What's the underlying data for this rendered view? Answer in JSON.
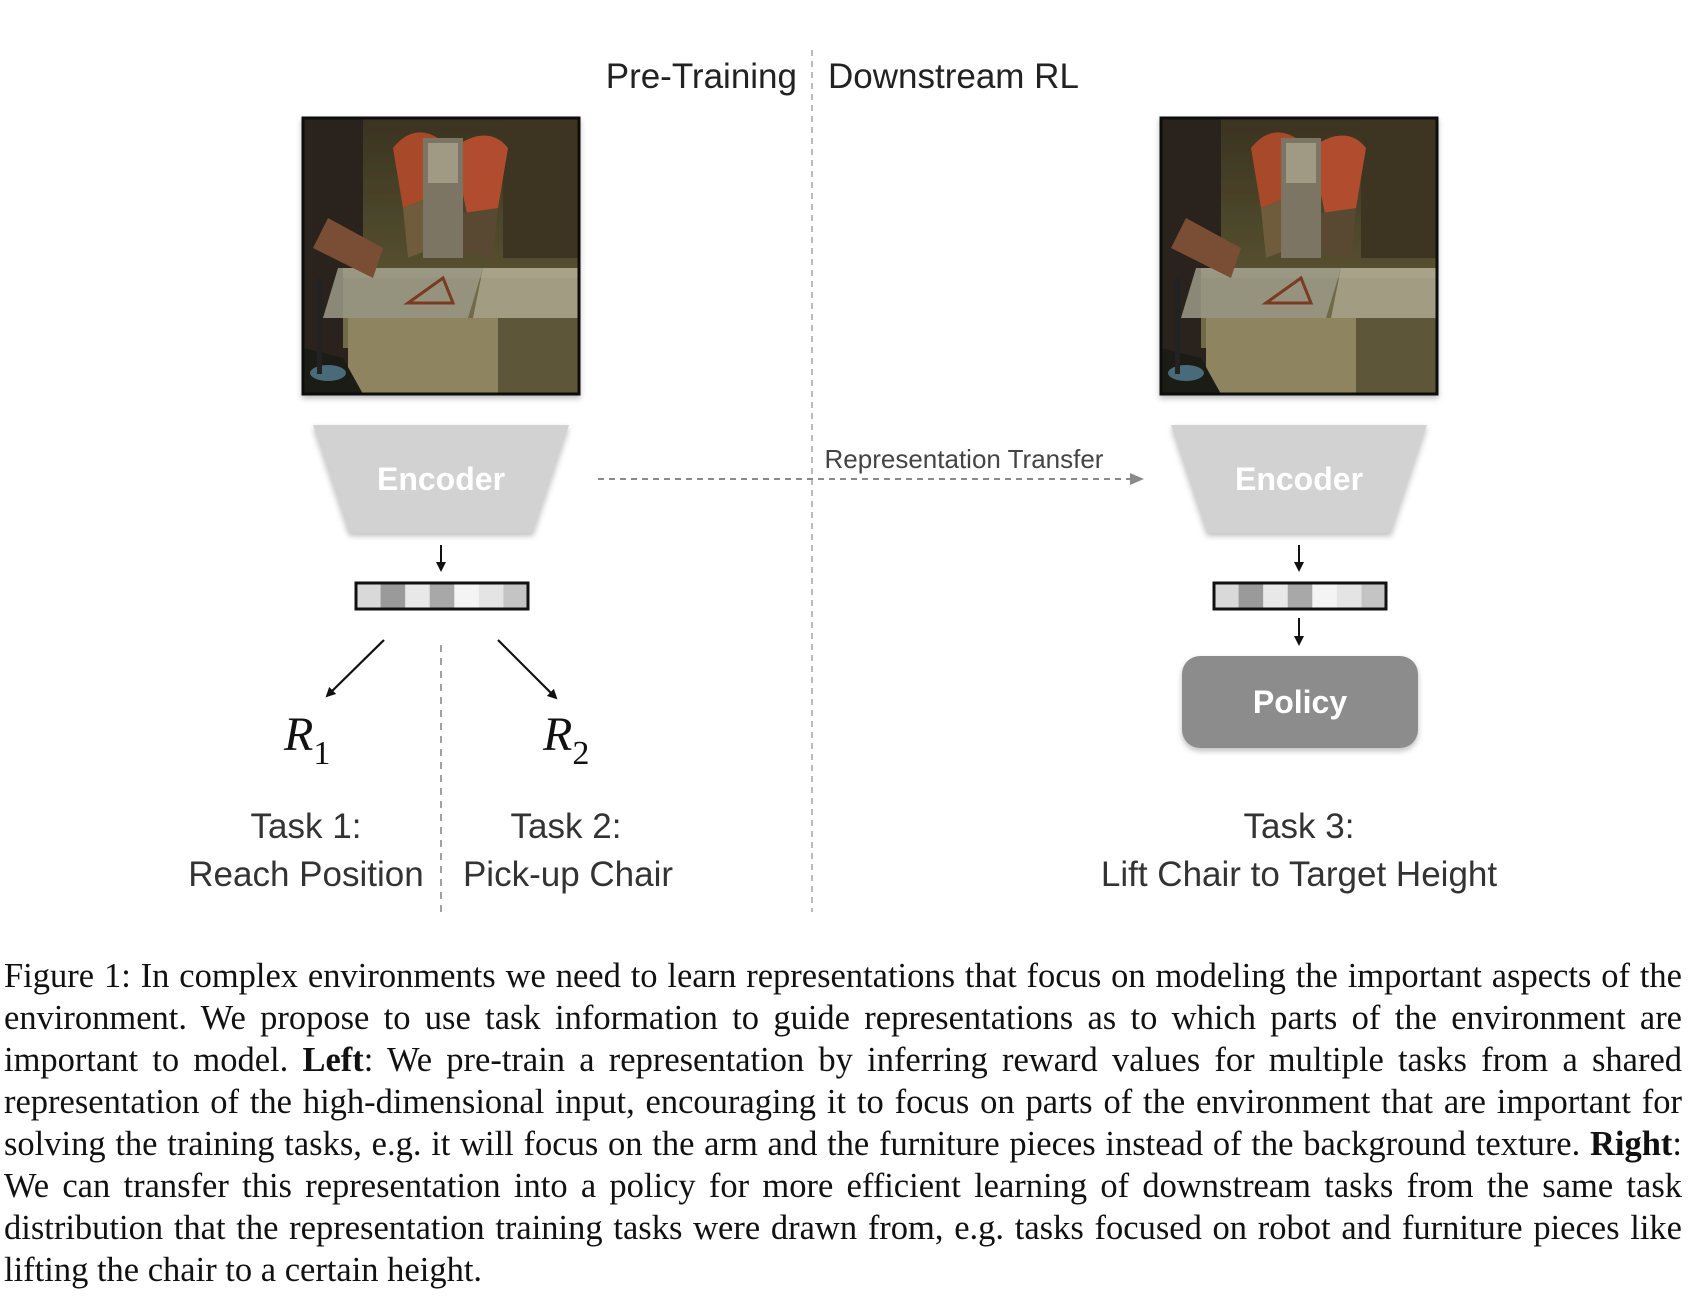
{
  "header": {
    "pretraining_label": "Pre-Training",
    "downstream_label": "Downstream RL"
  },
  "left": {
    "encoder_label": "Encoder",
    "reward1_symbol": "R",
    "reward1_subscript": "1",
    "reward2_symbol": "R",
    "reward2_subscript": "2",
    "task1_line1": "Task 1:",
    "task1_line2": "Reach Position",
    "task2_line1": "Task 2:",
    "task2_line2": "Pick-up Chair"
  },
  "transfer": {
    "label": "Representation Transfer"
  },
  "right": {
    "encoder_label": "Encoder",
    "policy_label": "Policy",
    "task3_line1": "Task 3:",
    "task3_line2": "Lift Chair to Target Height"
  },
  "colors": {
    "encoder_fill": "#d2d2d2",
    "policy_fill": "#8c8c8c",
    "divider": "#aaaaaa",
    "text": "#222222"
  },
  "feature_vector_shades": [
    "#d9d9d9",
    "#9a9a9a",
    "#e8e8e8",
    "#a8a8a8",
    "#f4f4f4",
    "#e4e4e4",
    "#c4c4c4"
  ],
  "caption": {
    "figure_label": "Figure 1:",
    "intro": "In complex environments we need to learn representations that focus on modeling the important aspects of the environment. We propose to use task information to guide representations as to which parts of the environment are important to model.",
    "left_label": "Left",
    "left_text": ": We pre-train a representation by inferring reward values for multiple tasks from a shared representation of the high-dimensional input, encouraging it to focus on parts of the environment that are important for solving the training tasks, e.g. it will focus on the arm and the furniture pieces instead of the background texture.",
    "right_label": "Right",
    "right_text": ": We can transfer this representation into a policy for more efficient learning of downstream tasks from the same task distribution that the representation training tasks were drawn from, e.g. tasks focused on robot and furniture pieces like lifting the chair to a certain height."
  }
}
